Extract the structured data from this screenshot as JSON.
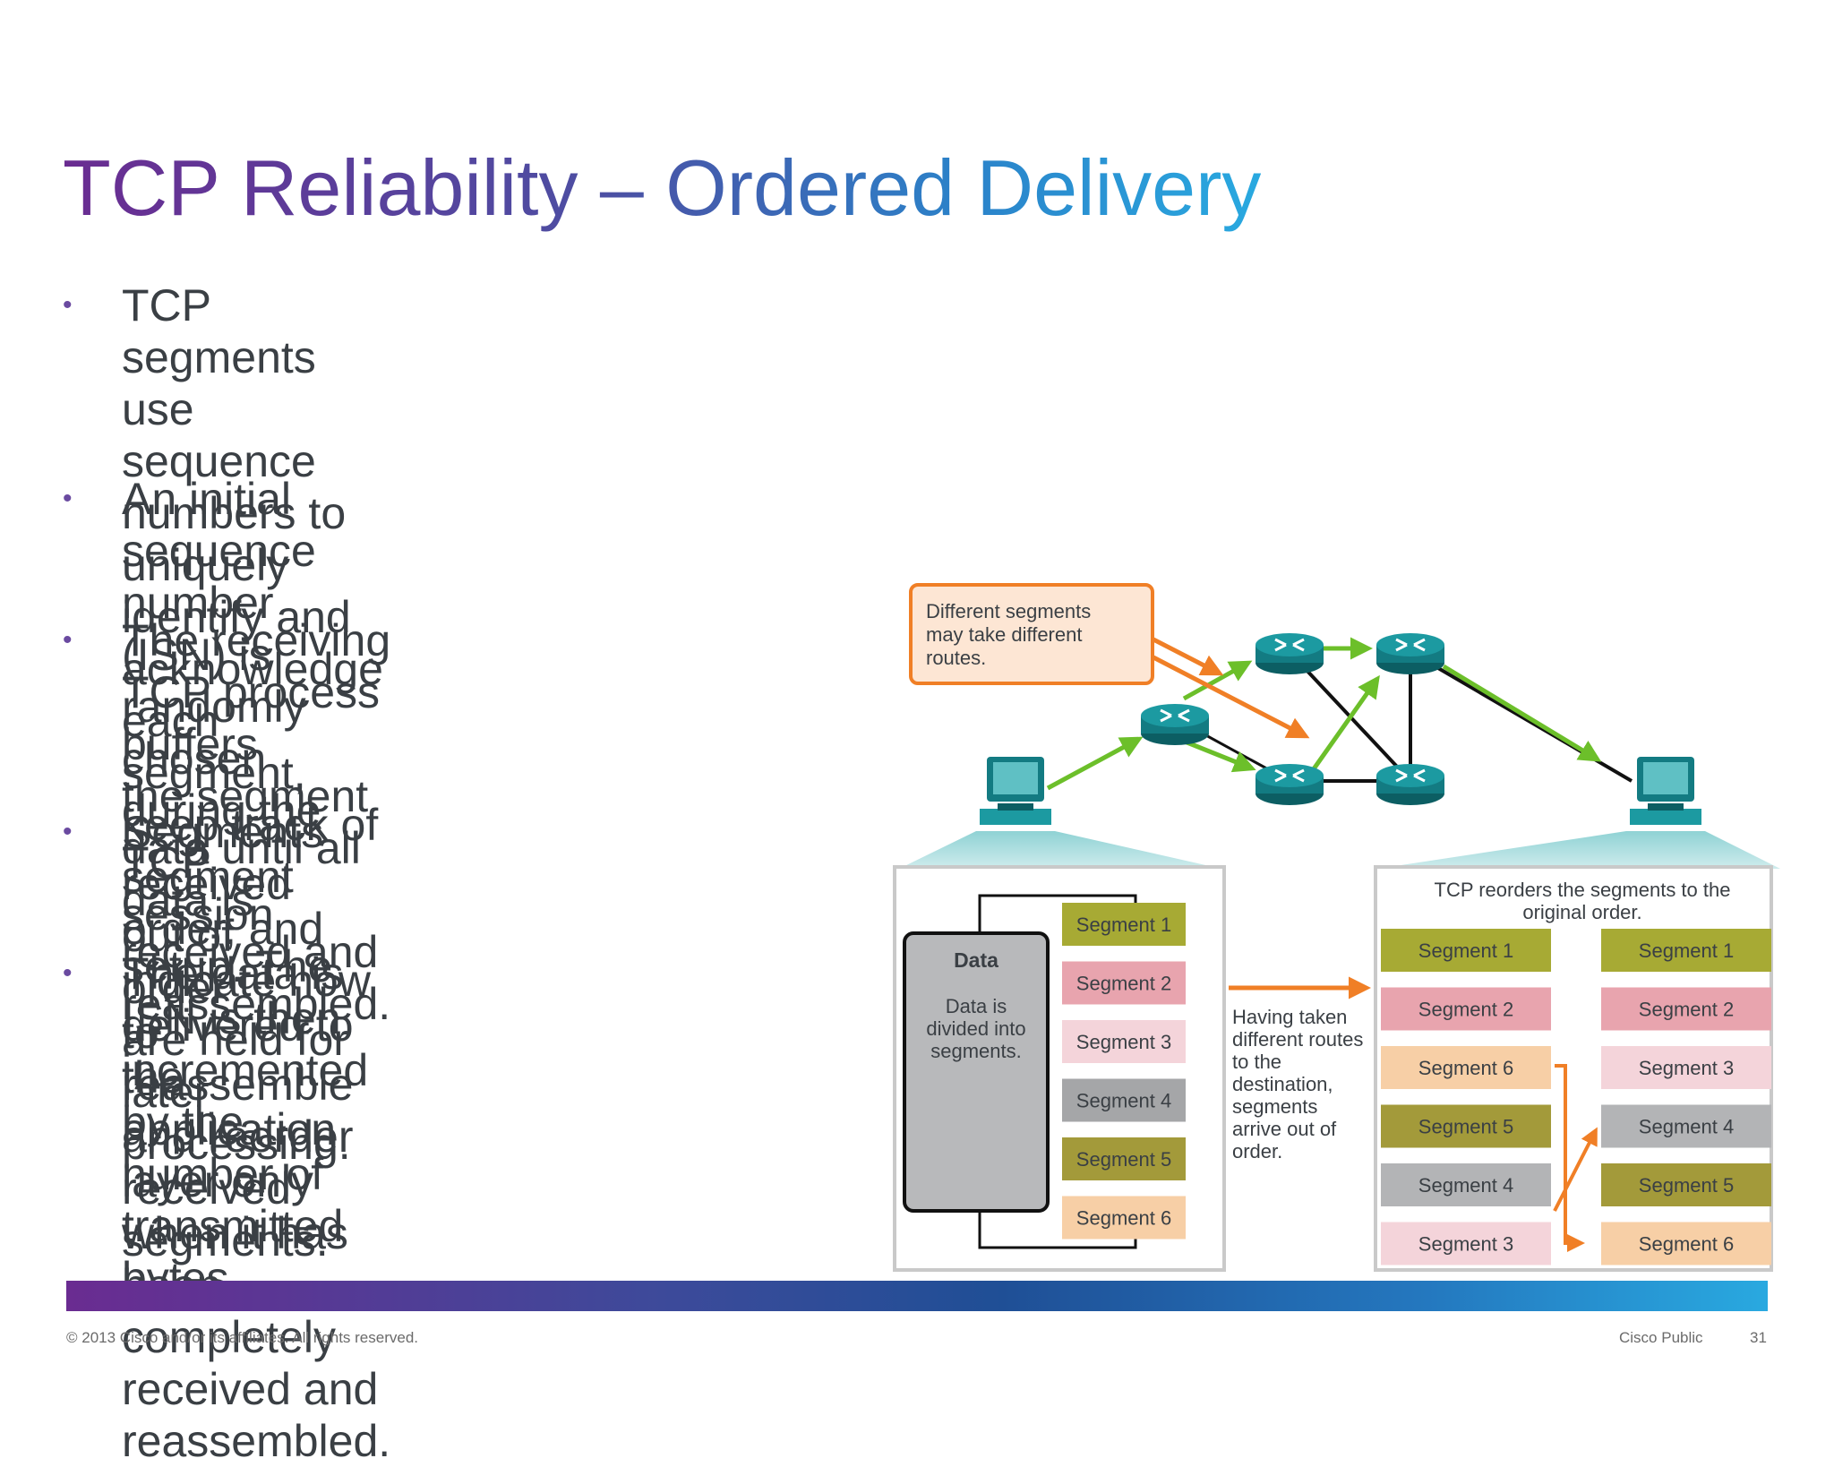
{
  "title": "TCP Reliability – Ordered Delivery",
  "bullets": [
    {
      "lines": [
        "TCP segments use sequence numbers to uniquely identify and acknowledge",
        "each segment, keep track of segment order, and indicate how to reassemble",
        "and reorder received segments."
      ]
    },
    {
      "lines": [
        "An initial sequence number (ISN) is randomly chosen during the TCP session",
        "setup. The ISN is then incremented by the number of transmitted bytes."
      ]
    },
    {
      "lines": [
        "The receiving TCP process buffers",
        "the segment data until all data is",
        "received and reassembled."
      ]
    },
    {
      "lines": [
        "Segments received out of order",
        "are held for later processing."
      ]
    },
    {
      "lines": [
        "The data is delivered to the",
        "application layer only when it has",
        "been completely received and",
        "reassembled."
      ]
    }
  ],
  "diagram": {
    "callout_lines": [
      "Different segments",
      "may take different",
      "routes."
    ],
    "data_box": {
      "title": "Data",
      "lines": [
        "Data is",
        "divided into",
        "segments."
      ]
    },
    "sent_segments": [
      {
        "label": "Segment 1",
        "color": "#a7aa34"
      },
      {
        "label": "Segment 2",
        "color": "#e8a4ae"
      },
      {
        "label": "Segment 3",
        "color": "#f4d4da"
      },
      {
        "label": "Segment 4",
        "color": "#a5a6a8"
      },
      {
        "label": "Segment 5",
        "color": "#a39a3a"
      },
      {
        "label": "Segment 6",
        "color": "#f7cfa6"
      }
    ],
    "middle_note_lines": [
      "Having taken",
      "different routes",
      "to the",
      "destination,",
      "segments",
      "arrive out of",
      "order."
    ],
    "reorder_caption_lines": [
      "TCP reorders the segments to the",
      "original order."
    ],
    "received_segments": [
      {
        "label": "Segment 1",
        "color": "#a7aa34"
      },
      {
        "label": "Segment 2",
        "color": "#e8a4ae"
      },
      {
        "label": "Segment 6",
        "color": "#f7cfa6"
      },
      {
        "label": "Segment 5",
        "color": "#a39a3a"
      },
      {
        "label": "Segment 4",
        "color": "#b3b4b6"
      },
      {
        "label": "Segment 3",
        "color": "#f4d4da"
      }
    ],
    "ordered_segments": [
      {
        "label": "Segment 1",
        "color": "#a7aa34"
      },
      {
        "label": "Segment 2",
        "color": "#e8a4ae"
      },
      {
        "label": "Segment 3",
        "color": "#f4d4da"
      },
      {
        "label": "Segment 4",
        "color": "#b3b4b6"
      },
      {
        "label": "Segment 5",
        "color": "#a39a3a"
      },
      {
        "label": "Segment 6",
        "color": "#f7cfa6"
      }
    ]
  },
  "footer": {
    "copyright": "© 2013 Cisco and/or its affiliates. All rights reserved.",
    "classification": "Cisco Public",
    "page": "31"
  },
  "colors": {
    "title_gradient_start": "#6a2c91",
    "title_gradient_end": "#29a9e0",
    "router": "#137b82",
    "arrow_green": "#6cbf2a",
    "arrow_orange": "#f07f26"
  }
}
